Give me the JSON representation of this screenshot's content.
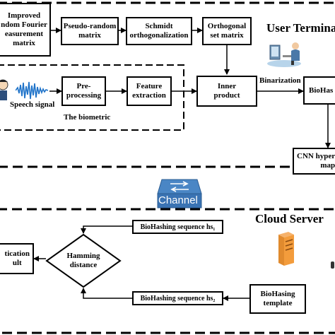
{
  "user_terminal": {
    "title": "User Termina"
  },
  "cloud_server": {
    "title": "Cloud Server"
  },
  "channel": {
    "label": "Channel"
  },
  "boxes": {
    "fourier": "Improved\nndom Fourier\neasurement\nmatrix",
    "pseudo": "Pseudo-random\nmatrix",
    "schmidt": "Schmidt\northogonalization",
    "orthogonal": "Orthogonal\nset matrix",
    "preprocessing": "Pre-\nprocessing",
    "feature": "Feature\nextraction",
    "inner": "Inner\nproduct",
    "biohash_top": "BioHas",
    "cnn": "CNN hyper\nmap",
    "hs1": "BioHashing sequence hs₁",
    "hs2": "BioHashing sequence hs₂",
    "template": "BioHasing\ntemplate",
    "auth": "tication\nult"
  },
  "labels": {
    "speech_signal": "Speech signal",
    "biometric": "The biometric",
    "binarization": "Binarization",
    "hamming": "Hamming\ndistance"
  },
  "icons": [
    "user-at-computer-icon",
    "speaker-person-icon",
    "waveform-icon",
    "channel-switch-icon",
    "server-icon"
  ]
}
